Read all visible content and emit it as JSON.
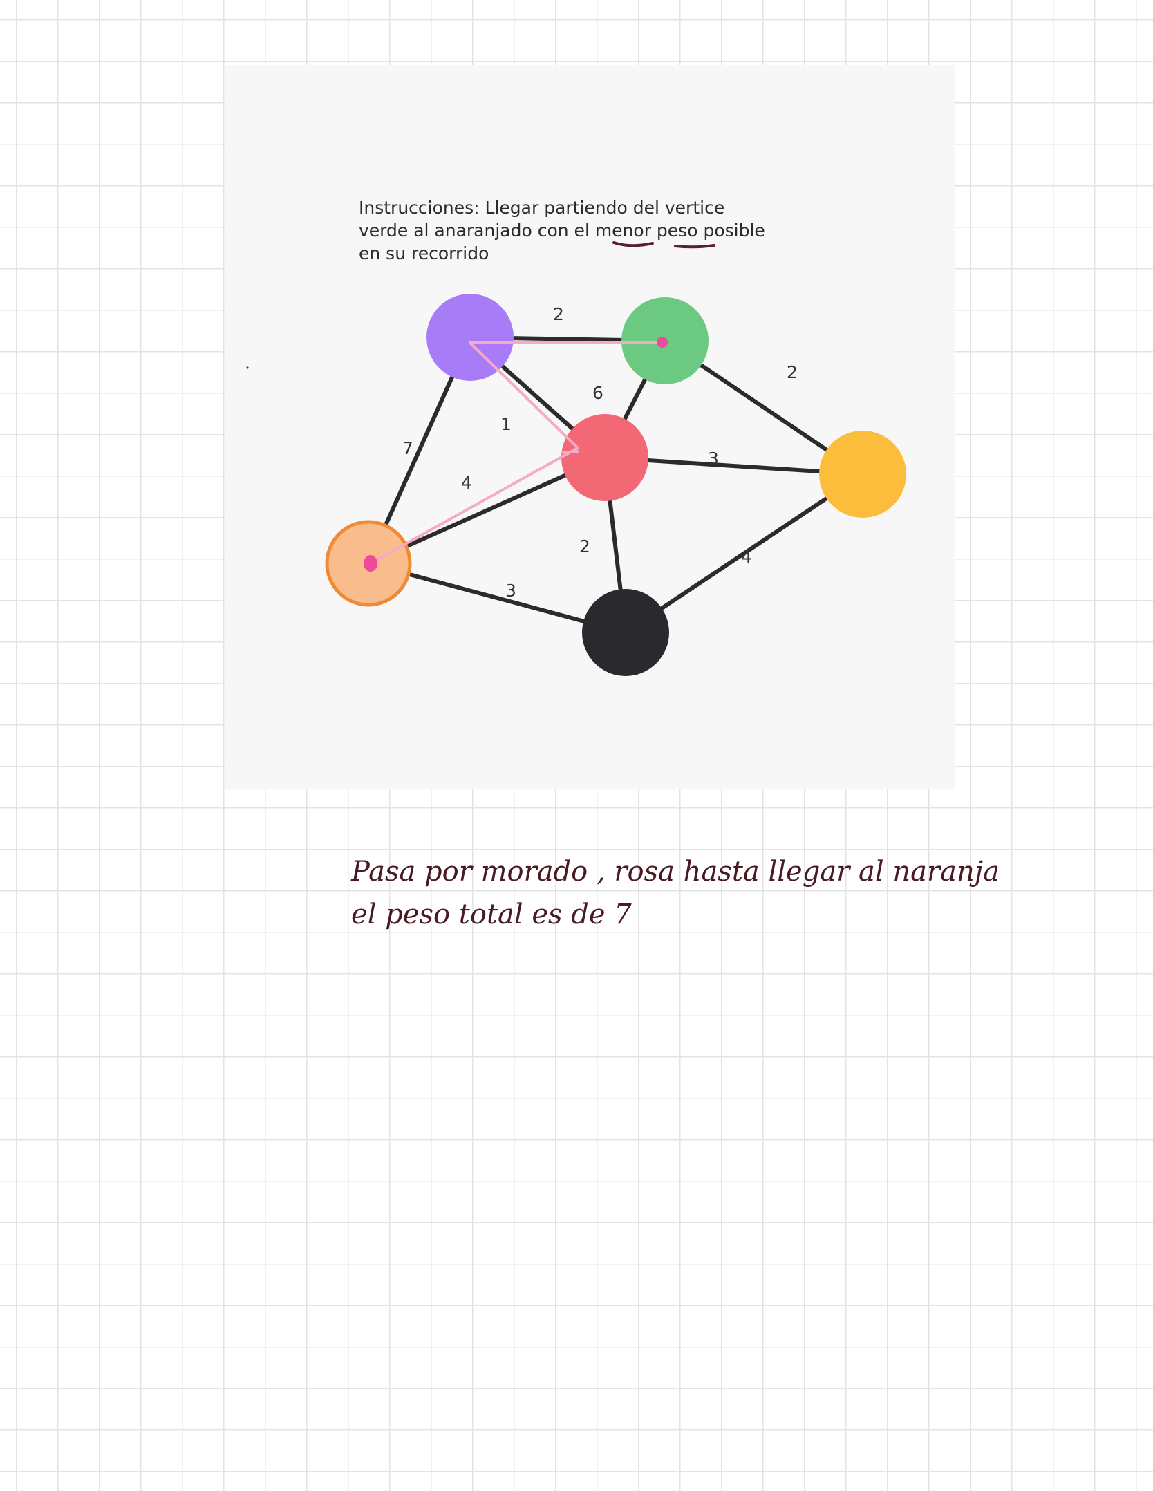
{
  "instructions": {
    "line1": "Instrucciones: Llegar partiendo del vertice",
    "line2": "verde al anaranjado con el menor peso posible",
    "line3": "en su recorrido"
  },
  "graph": {
    "vertices": [
      {
        "id": "purple",
        "color": "#a87cf7"
      },
      {
        "id": "green",
        "color": "#6cc981"
      },
      {
        "id": "red",
        "color": "#f26874"
      },
      {
        "id": "yellow",
        "color": "#fbbd3b"
      },
      {
        "id": "orange",
        "color": "#f8bc8d",
        "stroke": "#f08a35"
      },
      {
        "id": "black",
        "color": "#2a2a2e"
      }
    ],
    "edges": [
      {
        "from": "purple",
        "to": "green",
        "weight": "2"
      },
      {
        "from": "green",
        "to": "yellow",
        "weight": "2"
      },
      {
        "from": "green",
        "to": "red",
        "weight": "6"
      },
      {
        "from": "purple",
        "to": "red",
        "weight": "1"
      },
      {
        "from": "purple",
        "to": "orange",
        "weight": "7"
      },
      {
        "from": "orange",
        "to": "red",
        "weight": "4"
      },
      {
        "from": "red",
        "to": "yellow",
        "weight": "3"
      },
      {
        "from": "red",
        "to": "black",
        "weight": "2"
      },
      {
        "from": "orange",
        "to": "black",
        "weight": "3"
      },
      {
        "from": "black",
        "to": "yellow",
        "weight": "4"
      }
    ],
    "highlight_path": [
      "green",
      "purple",
      "red",
      "orange"
    ],
    "highlight_color": "#f7aac6",
    "endpoint_color": "#ef4a9a"
  },
  "note": {
    "line1": "Pasa por morado , rosa hasta llegar al naranja",
    "line2": "el peso total es de 7"
  }
}
